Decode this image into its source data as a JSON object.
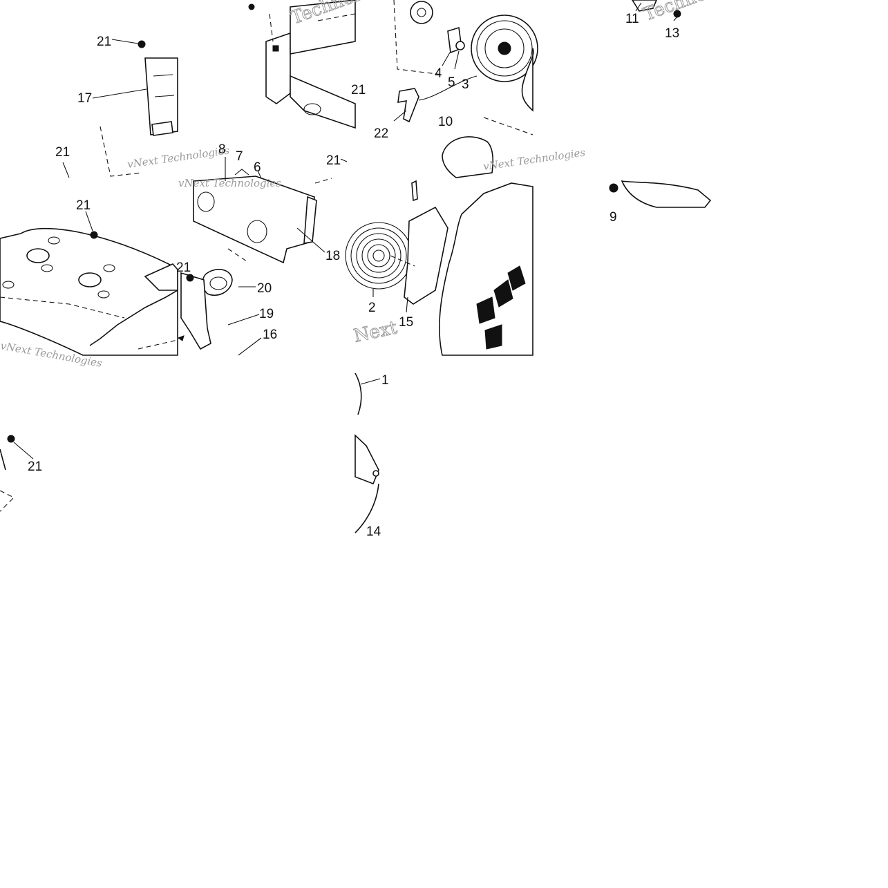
{
  "diagram": {
    "callouts": [
      "21",
      "17",
      "21",
      "8",
      "7",
      "6",
      "21",
      "18",
      "21",
      "20",
      "19",
      "16",
      "4",
      "5",
      "3",
      "22",
      "10",
      "11",
      "13",
      "9",
      "2",
      "15",
      "1",
      "21",
      "14"
    ],
    "watermark_small": "vNext Technologies",
    "watermark_large": "Technologies",
    "watermark_next": "Next"
  }
}
